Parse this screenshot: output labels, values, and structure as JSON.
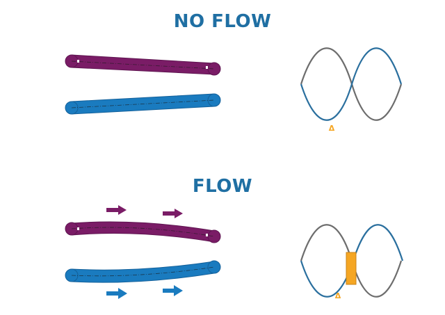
{
  "headings": {
    "no_flow": "NO FLOW",
    "flow": "FLOW"
  },
  "delta_glyph": "Δ",
  "colors": {
    "purple": "#7a1c66",
    "purple_edge": "#5e1450",
    "blue": "#1a7bbf",
    "blue_edge": "#13609a",
    "heading": "#1f6fa3",
    "wave_blue": "#2a6f9e",
    "wave_gray": "#6d6d6d",
    "phase_bar": "#f5a623",
    "phase_bar_edge": "#c9831a"
  },
  "icons": {
    "flow_arrow": "right-arrow-icon",
    "phase_marker": "delta-icon"
  },
  "phase_shift": {
    "no_flow": 0,
    "flow": 1
  }
}
